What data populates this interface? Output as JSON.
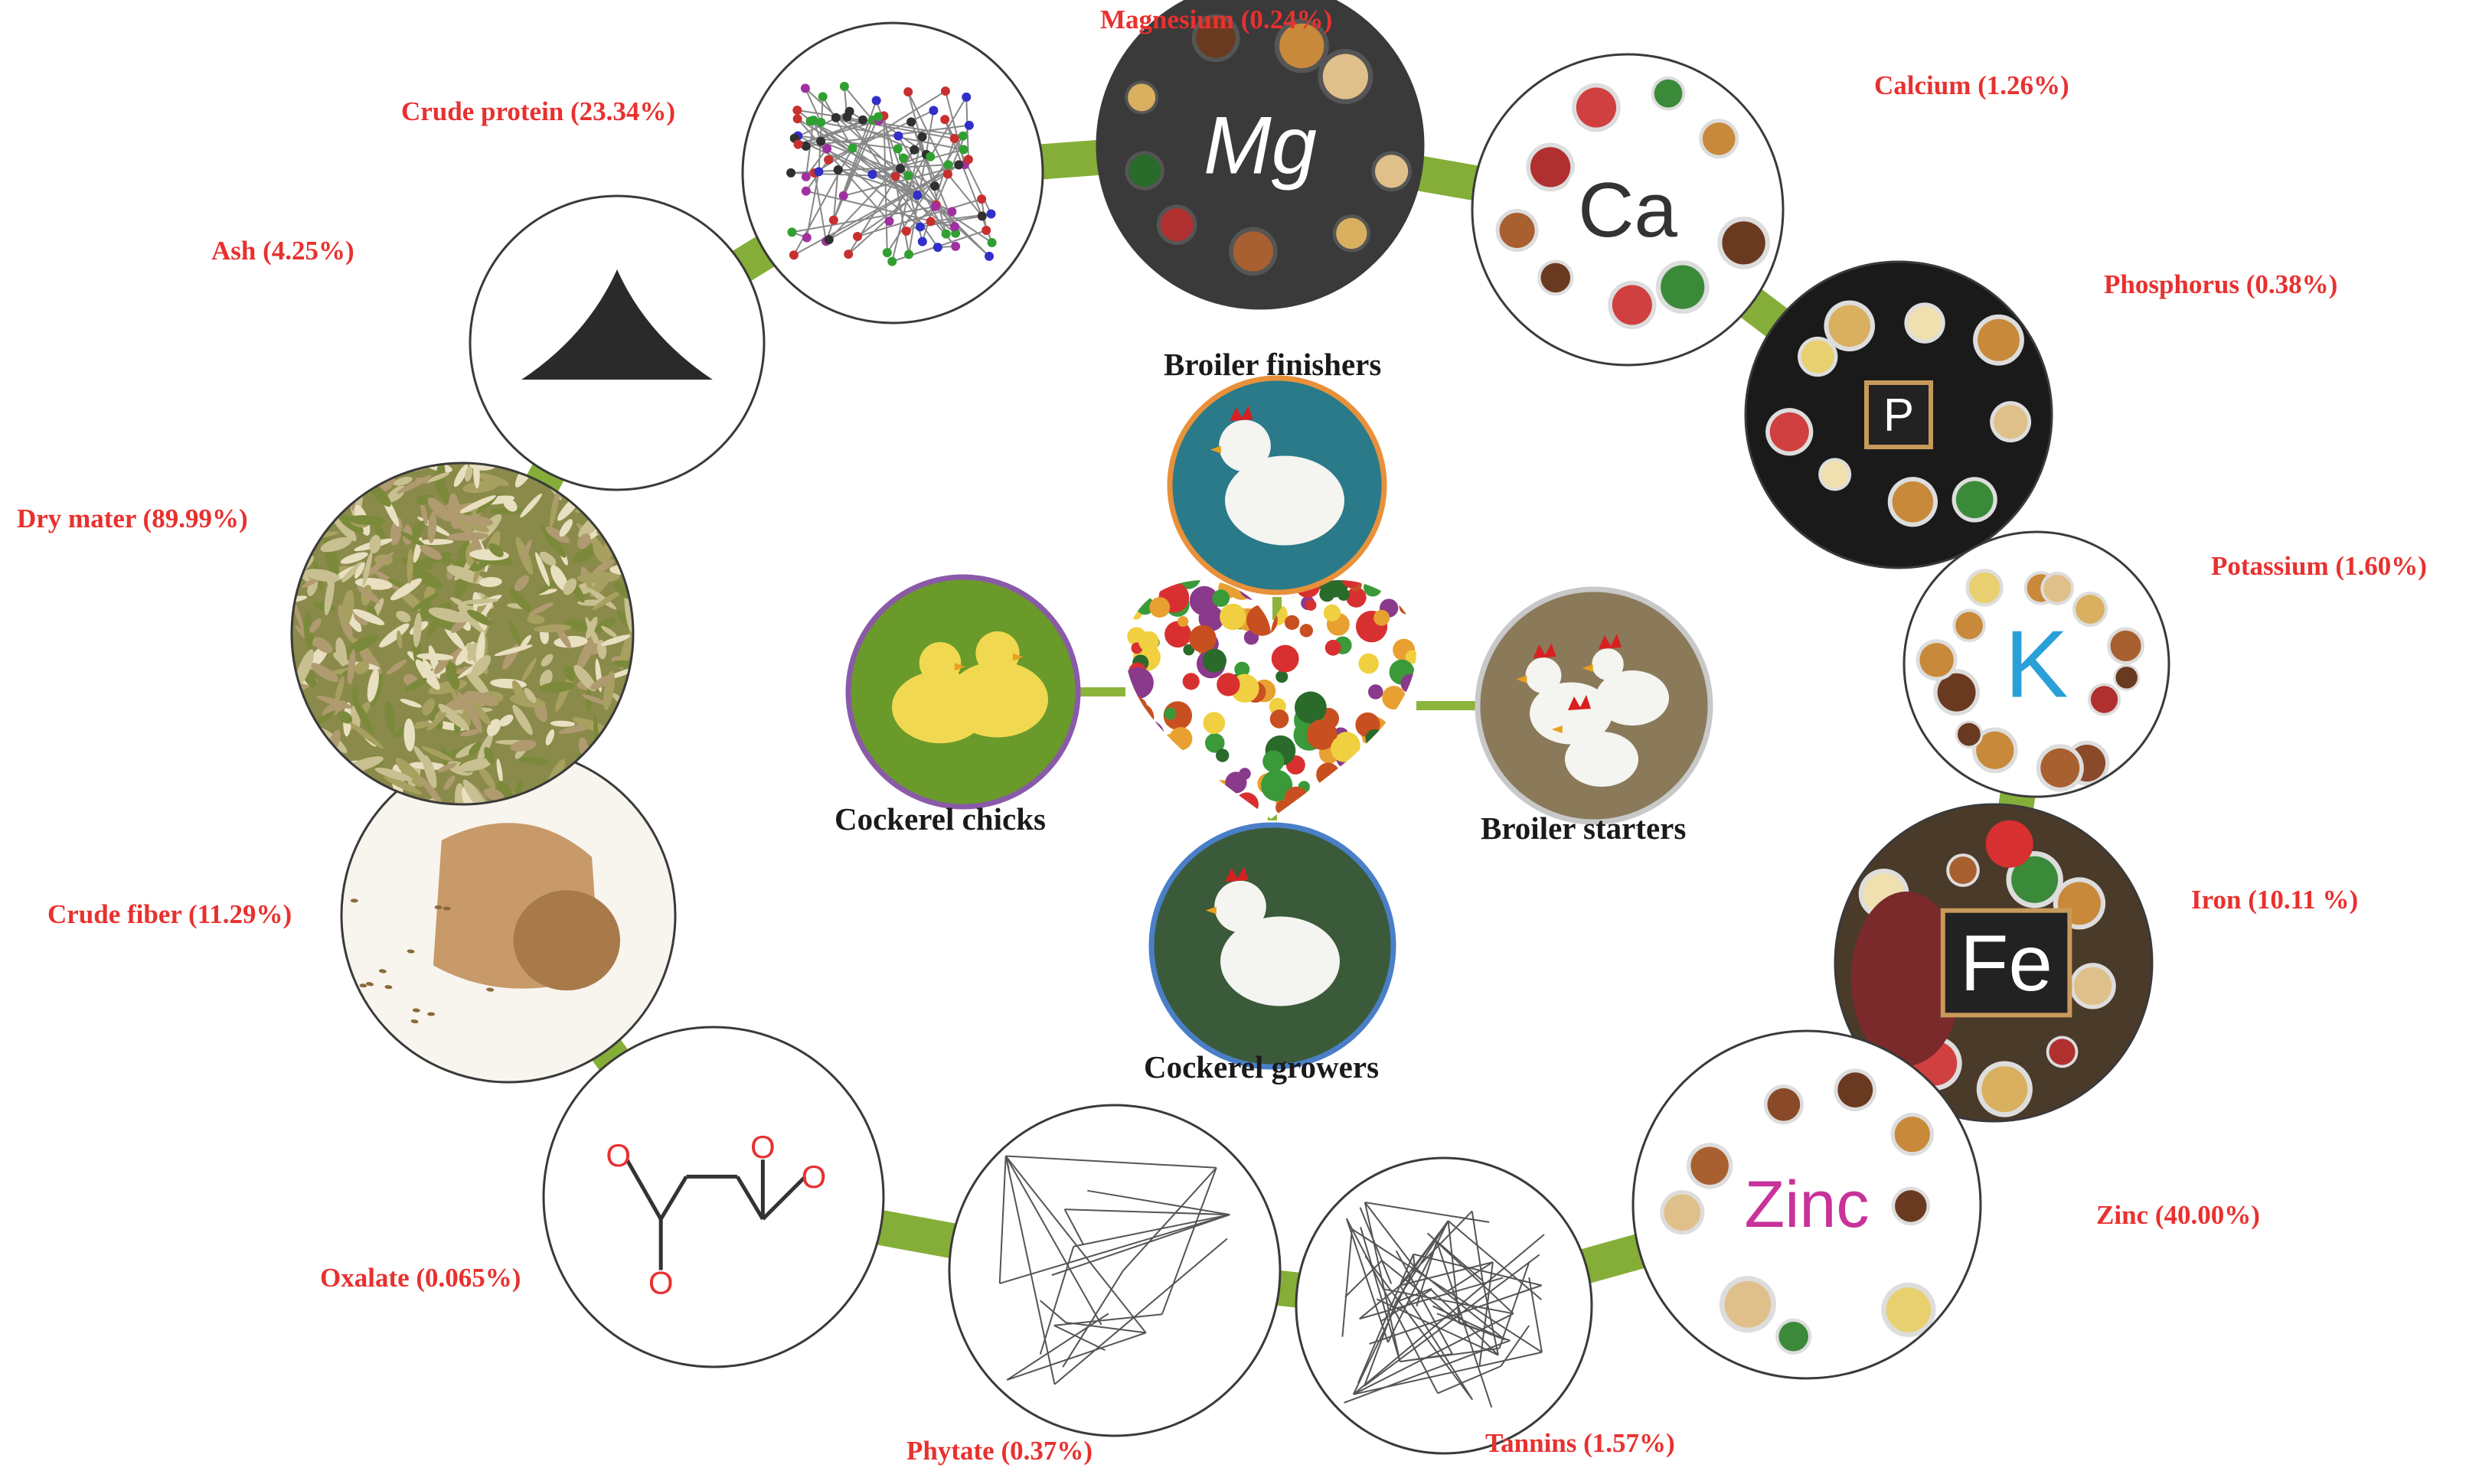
{
  "center": {
    "heart_icon": "heart-of-vegetables-icon",
    "groups": [
      {
        "name": "broiler-finishers",
        "label": "Broiler finishers",
        "ring_color": "#e8913a",
        "icon": "white-hen-icon"
      },
      {
        "name": "broiler-starters",
        "label": "Broiler starters",
        "ring_color": "#c8c8c8",
        "icon": "white-hens-icon"
      },
      {
        "name": "cockerel-growers",
        "label": "Cockerel growers",
        "ring_color": "#4a7fc8",
        "icon": "white-rooster-icon"
      },
      {
        "name": "cockerel-chicks",
        "label": "Cockerel chicks",
        "ring_color": "#8a5aa8",
        "icon": "yellow-chicks-icon"
      }
    ]
  },
  "nutrients": [
    {
      "name": "magnesium",
      "label": "Magnesium  (0.24%)",
      "symbol": "Mg",
      "icon": "magnesium-foods-icon"
    },
    {
      "name": "calcium",
      "label": "Calcium (1.26%)",
      "symbol": "Ca",
      "icon": "calcium-foods-icon"
    },
    {
      "name": "phosphorus",
      "label": "Phosphorus (0.38%)",
      "symbol": "P",
      "icon": "phosphorus-foods-icon"
    },
    {
      "name": "potassium",
      "label": "Potassium  (1.60%)",
      "symbol": "K",
      "icon": "potassium-foods-icon"
    },
    {
      "name": "iron",
      "label": "Iron (10.11 %)",
      "symbol": "Fe",
      "icon": "iron-foods-icon"
    },
    {
      "name": "zinc",
      "label": "Zinc (40.00%)",
      "symbol": "Zinc",
      "icon": "zinc-foods-icon"
    },
    {
      "name": "tannins",
      "label": "Tannins (1.57%)",
      "symbol": "",
      "icon": "tannin-molecule-icon"
    },
    {
      "name": "phytate",
      "label": "Phytate  (0.37%)",
      "symbol": "",
      "icon": "phytate-molecule-icon"
    },
    {
      "name": "oxalate",
      "label": "Oxalate (0.065%)",
      "symbol": "",
      "icon": "oxalate-molecule-icon"
    },
    {
      "name": "crude-fiber",
      "label": "Crude fiber (11.29%)",
      "symbol": "",
      "icon": "seed-sack-icon"
    },
    {
      "name": "dry-matter",
      "label": "Dry mater (89.99%)",
      "symbol": "",
      "icon": "dried-leaves-icon"
    },
    {
      "name": "ash",
      "label": "Ash  (4.25%)",
      "symbol": "",
      "icon": "ash-powder-icon"
    },
    {
      "name": "crude-protein",
      "label": "Crude  protein (23.34%)",
      "symbol": "",
      "icon": "protein-molecule-icon"
    }
  ],
  "colors": {
    "label_red": "#e8312f",
    "connector_green": "#8cb43c",
    "center_text": "#1a1a1a",
    "k_symbol": "#2aa0d8",
    "zinc_symbol": "#c8329a"
  }
}
